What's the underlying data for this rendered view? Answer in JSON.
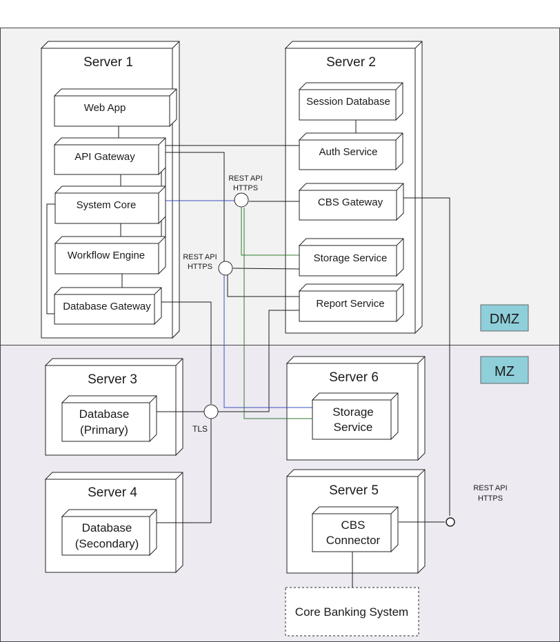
{
  "zones": {
    "dmz": {
      "label": "DMZ",
      "fill": "#f2f2f2",
      "badge_color": "#8ecfda"
    },
    "mz": {
      "label": "MZ",
      "fill": "#edeaf2",
      "badge_color": "#8ecfda"
    }
  },
  "servers": {
    "server1": {
      "title": "Server 1"
    },
    "server2": {
      "title": "Server 2"
    },
    "server3": {
      "title": "Server 3"
    },
    "server4": {
      "title": "Server 4"
    },
    "server5": {
      "title": "Server 5"
    },
    "server6": {
      "title": "Server 6"
    }
  },
  "components": {
    "web_app": "Web App",
    "api_gateway": "API Gateway",
    "system_core": "System Core",
    "workflow_engine": "Workflow Engine",
    "database_gateway": "Database Gateway",
    "session_database": "Session Database",
    "auth_service": "Auth Service",
    "cbs_gateway": "CBS Gateway",
    "storage_service": "Storage Service",
    "report_service": "Report Service",
    "database_primary": [
      "Database",
      "(Primary)"
    ],
    "database_secondary": [
      "Database",
      "(Secondary)"
    ],
    "storage_service_mz": [
      "Storage",
      "Service"
    ],
    "cbs_connector": [
      "CBS",
      "Connector"
    ],
    "core_banking_system": "Core Banking System"
  },
  "interfaces": {
    "rest1": [
      "REST API",
      "HTTPS"
    ],
    "rest2": [
      "REST API",
      "HTTPS"
    ],
    "tls": "TLS",
    "rest3": [
      "REST API",
      "HTTPS"
    ]
  },
  "colors": {
    "line": "#1a1a1a",
    "blue_link": "#3a4fc0",
    "green_link": "#2f7a2f"
  }
}
